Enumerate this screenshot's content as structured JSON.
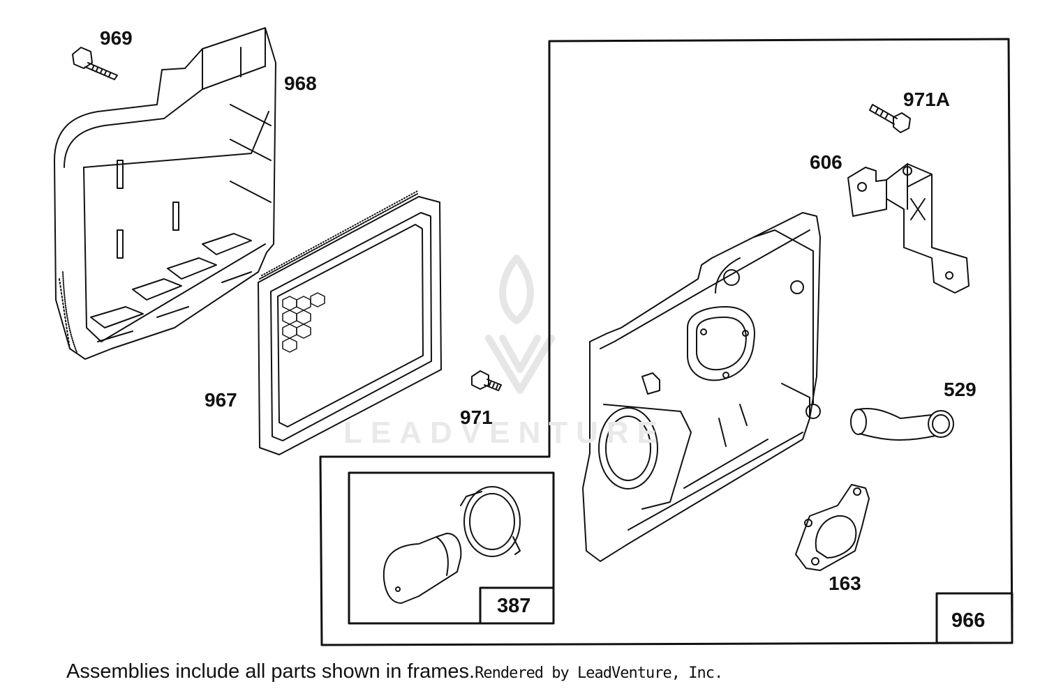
{
  "callouts": {
    "p969": "969",
    "p968": "968",
    "p967": "967",
    "p971": "971",
    "p971a": "971A",
    "p606": "606",
    "p529": "529",
    "p163": "163",
    "p387": "387",
    "p966": "966"
  },
  "footer": {
    "note": "Assemblies include all parts shown in frames.",
    "credit": "Rendered by LeadVenture, Inc."
  },
  "watermark": {
    "text": "LEADVENTURE"
  }
}
